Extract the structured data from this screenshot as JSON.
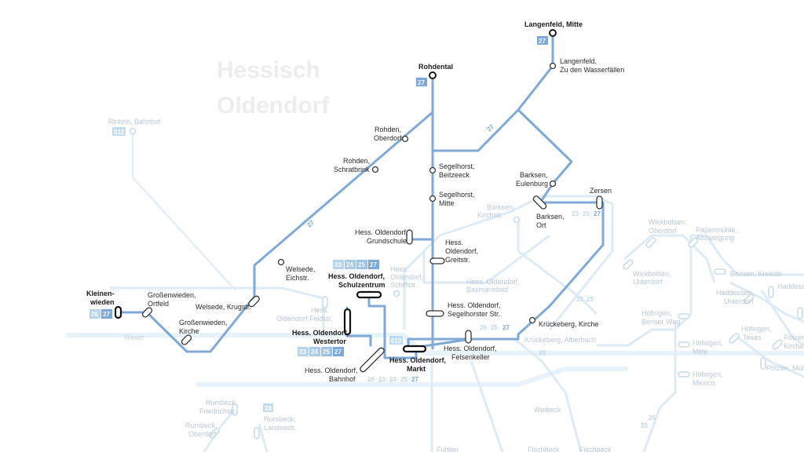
{
  "map": {
    "area_title_line1": "Hessisch",
    "area_title_line2": "Oldendorf",
    "colors": {
      "line": "#7fa9d6",
      "badge": "#7aa8d8",
      "faint_line": "#dcebf6",
      "text": "#2a2a2a",
      "faint_text": "#b9c8d6"
    },
    "line_label": "27",
    "stations": {
      "langenfeld_mitte": "Langenfeld, Mitte",
      "langenfeld_wasserfaellen_1": "Langenfeld,",
      "langenfeld_wasserfaellen_2": "Zu den Wasserfällen",
      "rohdental": "Rohdental",
      "rohden_oberdorf_1": "Rohden,",
      "rohden_oberdorf_2": "Oberdorf",
      "rohden_schratbrink_1": "Rohden,",
      "rohden_schratbrink_2": "Schratbrink",
      "segelhorst_beitzeeck_1": "Segelhorst,",
      "segelhorst_beitzeeck_2": "Beitzeeck",
      "segelhorst_mitte_1": "Segelhorst,",
      "segelhorst_mitte_2": "Mitte",
      "barksen_eulenburg_1": "Barksen,",
      "barksen_eulenburg_2": "Eulenburg",
      "barksen_ort_1": "Barksen,",
      "barksen_ort_2": "Ort",
      "zersen": "Zersen",
      "grundschule_1": "Hess. Oldendorf,",
      "grundschule_2": "Grundschule",
      "greitstr_1": "Hess.",
      "greitstr_2": "Oldendorf,",
      "greitstr_3": "Greitstr.",
      "welsede_eichstr_1": "Welsede,",
      "welsede_eichstr_2": "Eichstr.",
      "welsede_krugstr": "Welsede, Krugstr.",
      "schulzentrum_1": "Hess. Oldendorf,",
      "schulzentrum_2": "Schulzentrum",
      "kleinenwieden_1": "Kleinen-",
      "kleinenwieden_2": "wieden",
      "grossenwieden_ortfeld_1": "Großenwieden,",
      "grossenwieden_ortfeld_2": "Ortfeld",
      "grossenwieden_kirche_1": "Großenwieden,",
      "grossenwieden_kirche_2": "Kirche",
      "westertor_1": "Hess. Oldendorf,",
      "westertor_2": "Westertor",
      "segelhorster_str_1": "Hess. Oldendorf,",
      "segelhorster_str_2": "Segelhorster Str.",
      "krueckeberg_kirche": "Krückeberg, Kirche",
      "felsenkeller_1": "Hess. Oldendorf,",
      "felsenkeller_2": "Felsenkeller",
      "markt_1": "Hess. Oldendorf,",
      "markt_2": "Markt",
      "bahnhof_1": "Hess. Oldendorf,",
      "bahnhof_2": "Bahnhof"
    },
    "faint_labels": {
      "rinteln": "Rinteln, Bahnhof",
      "barksen_kirchstr_1": "Barksen,",
      "barksen_kirchstr_2": "Kirchstr.",
      "schiffstr_1": "Hess.",
      "schiffstr_2": "Oldendorf,",
      "schiffstr_3": "Schiffstr.",
      "baxmannbad_1": "Hess. Oldendorf,",
      "baxmannbad_2": "Baxmannbad",
      "feldstr_1": "Hess.",
      "feldstr_2": "Oldendorf Feldstr.",
      "weser": "Weser",
      "krueckeberg_alberbach": "Krückeberg, Alberbach",
      "wickbolsen_oberdorf_1": "Wickbolsen,",
      "wickbolsen_oberdorf_2": "Oberdorf",
      "papenmuehle_1": "Papenmühle,",
      "papenmuehle_2": "Abzweigung",
      "wickbolsen_unterdorf_1": "Wickbolsen,",
      "wickbolsen_unterdorf_2": "Unterdorf",
      "bensen": "Bensen, Kreisstr.",
      "haddessen": "Haddessen",
      "haddessen_unterdorf_1": "Haddessen,",
      "haddessen_unterdorf_2": "Unterdorf",
      "hoefingen_benser_1": "Höfingen,",
      "hoefingen_benser_2": "Benser Weg",
      "hoefingen_texas_1": "Höfingen,",
      "hoefingen_texas_2": "Texas",
      "hoefingen_mitte_1": "Höfingen,",
      "hoefingen_mitte_2": "Mitte",
      "poetzen_kirche_1": "Pötzen,",
      "poetzen_kirche_2": "Kirche",
      "poetzen_muehle": "Pötzen, Mühl",
      "hoefingen_mexico_1": "Höfingen,",
      "hoefingen_mexico_2": "Mexico",
      "weibeck": "Weibeck",
      "rumbeck_friedrichstr_1": "Rumbeck,",
      "rumbeck_friedrichstr_2": "Friedrichstr.",
      "rumbeck_oberdorf_1": "Rumbeck,",
      "rumbeck_oberdorf_2": "Oberdorf",
      "rumbeck_landesstr_1": "Rumbeck,",
      "rumbeck_landesstr_2": "Landesstr.",
      "fuhlen": "Fuhlen",
      "fischbeck_1": "Fischbeck",
      "fischbeck_2": "Fischbeck"
    },
    "badges": {
      "l20": "20",
      "l23": "23",
      "l24": "24",
      "l25": "25",
      "l26": "26",
      "l27": "27",
      "l28": "28",
      "l812": "812",
      "l813": "813"
    },
    "line_numbers": {
      "n20": "20",
      "n23": "23",
      "n24": "24",
      "n25": "25",
      "n27": "27",
      "sep": "·"
    }
  }
}
